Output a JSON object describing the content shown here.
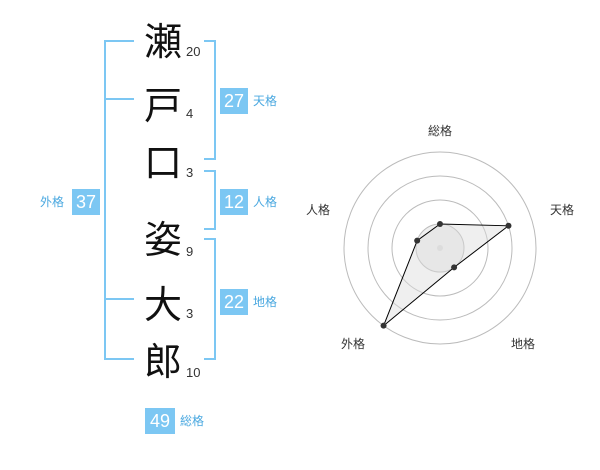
{
  "name": {
    "chars": [
      {
        "char": "瀬",
        "strokes": "20"
      },
      {
        "char": "戸",
        "strokes": "4"
      },
      {
        "char": "口",
        "strokes": "3"
      },
      {
        "char": "姿",
        "strokes": "9"
      },
      {
        "char": "大",
        "strokes": "3"
      },
      {
        "char": "郎",
        "strokes": "10"
      }
    ]
  },
  "fortunes": {
    "tenkaku": {
      "value": "27",
      "label": "天格"
    },
    "jinkaku": {
      "value": "12",
      "label": "人格"
    },
    "chikaku": {
      "value": "22",
      "label": "地格"
    },
    "gaikaku": {
      "value": "37",
      "label": "外格"
    },
    "soukaku": {
      "value": "49",
      "label": "総格"
    }
  },
  "radar": {
    "labels": {
      "top": "総格",
      "right_upper": "天格",
      "right_lower": "地格",
      "left_lower": "外格",
      "left_upper": "人格"
    },
    "rings": 4,
    "values": {
      "soukaku": 1,
      "tenkaku": 3,
      "chikaku": 1,
      "gaikaku": 4,
      "jinkaku": 1
    },
    "colors": {
      "rings": "#bbbbbb",
      "fill": "#dddddd",
      "line": "#000000",
      "point": "#333333"
    }
  },
  "colors": {
    "accent": "#7cc7f3"
  }
}
